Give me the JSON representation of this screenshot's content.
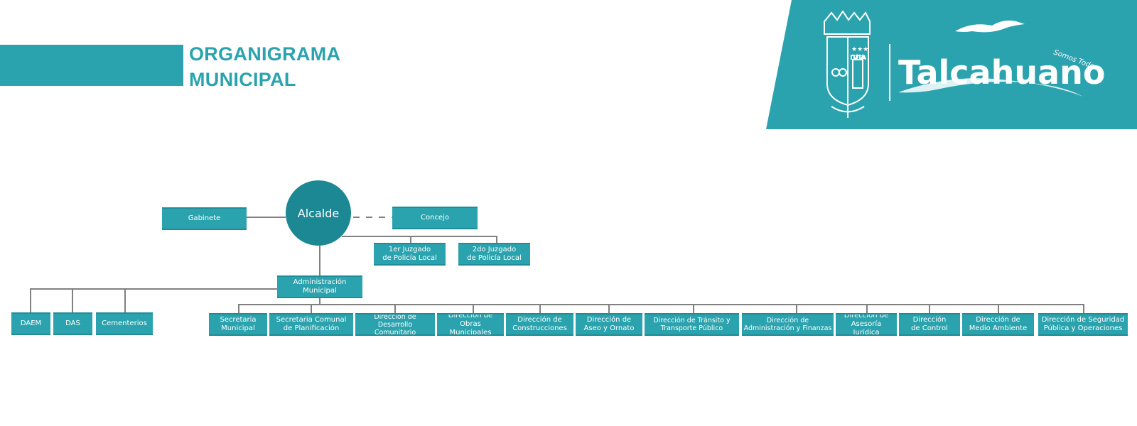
{
  "title": {
    "line1": "ORGANIGRAMA",
    "line2": "MUNICIPAL"
  },
  "brand": {
    "slogan": "Somos Todos",
    "wordmark": "Talcahuano"
  },
  "colors": {
    "teal": "#2ba3ae",
    "teal_dark": "#1c8893",
    "line": "#808080"
  },
  "org": {
    "alcalde": "Alcalde",
    "gabinete": "Gabinete",
    "concejo": "Concejo",
    "juzgado_1": "1er Juzgado\nde Policía Local",
    "juzgado_2": "2do Juzgado\nde Policía Local",
    "administracion": "Administración\nMunicipal",
    "daem": "DAEM",
    "das": "DAS",
    "cementerios": "Cementerios",
    "secretaria_municipal": "Secretaria\nMunicipal",
    "secplan": "Secretaria Comunal\nde Planificación",
    "dideco": "Dirección de\nDesarrollo Comunitario",
    "dom": "Dirección de\nObras Municipales",
    "construcciones": "Dirección de\nConstrucciones",
    "aseo": "Dirección de\nAseo y Ornato",
    "transito": "Dirección de Tránsito y\nTransporte Público",
    "daf": "Dirección de\nAdministración y Finanzas",
    "juridica": "Dirección de\nAsesoría Jurídica",
    "control": "Dirección\nde Control",
    "medio_ambiente": "Dirección de\nMedio Ambiente",
    "seguridad": "Dirección de Seguridad\nPública y Operaciones"
  }
}
